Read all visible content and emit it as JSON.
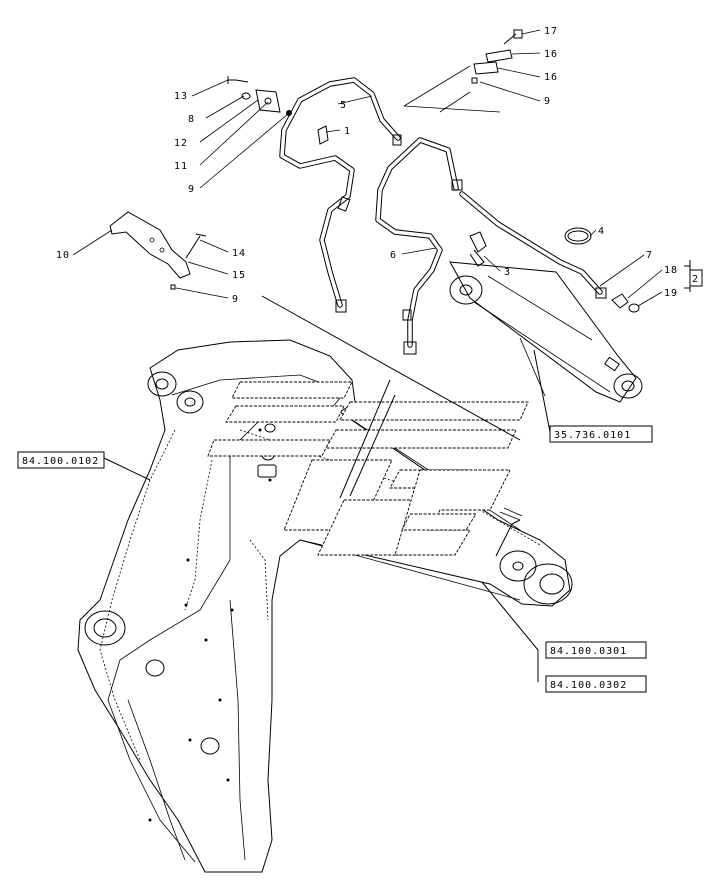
{
  "callouts": {
    "c17": "17",
    "c16a": "16",
    "c16b": "16",
    "c9a": "9",
    "c13": "13",
    "c8": "8",
    "c12": "12",
    "c11": "11",
    "c9b": "9",
    "c5": "5",
    "c1": "1",
    "c4": "4",
    "c7": "7",
    "c18": "18",
    "c2": "2",
    "c19": "19",
    "c3": "3",
    "c6": "6",
    "c10": "10",
    "c14": "14",
    "c15": "15",
    "c9c": "9"
  },
  "references": {
    "boom": "84.100.0102",
    "cylinder": "35.736.0101",
    "pin_a": "84.100.0301",
    "pin_b": "84.100.0302"
  }
}
